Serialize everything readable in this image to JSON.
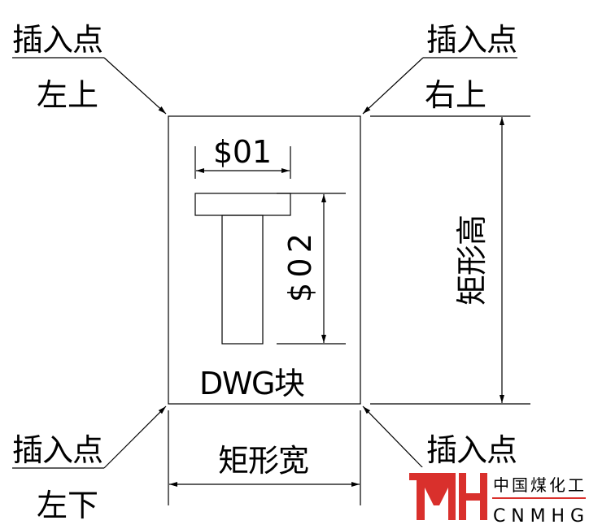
{
  "labels": {
    "insert_point": "插入点",
    "top_left": "左上",
    "top_right": "右上",
    "bottom_left": "左下",
    "dim_s01": "$01",
    "dim_s02": "$02",
    "rect_height": "矩形高",
    "rect_width": "矩形宽",
    "block_name": "DWG块"
  },
  "logo": {
    "mark": "MH",
    "cn_text": "中国煤化工",
    "en_text": "CNMHG",
    "color": "#d9302c"
  }
}
